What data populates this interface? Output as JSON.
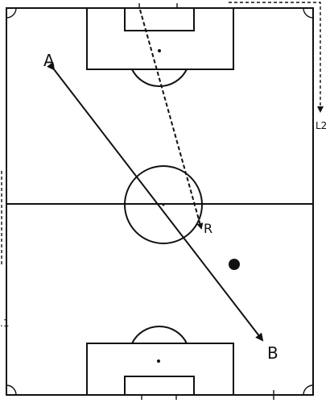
{
  "labels": {
    "point_a": "A",
    "point_b": "B",
    "runner": "R",
    "lane_2": "L2",
    "lane_1_partial": ".1"
  },
  "colors": {
    "ink": "#111111",
    "background": "#ffffff"
  }
}
